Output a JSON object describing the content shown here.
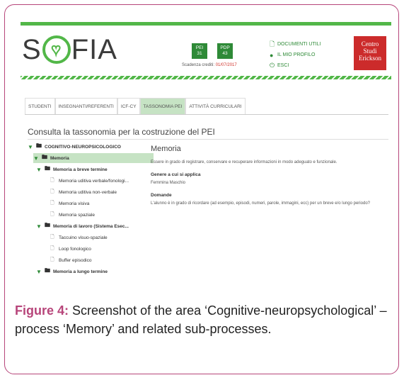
{
  "header": {
    "logo_left": "S",
    "logo_right": "FIA",
    "badges": [
      {
        "label": "PEI",
        "count": "31"
      },
      {
        "label": "PDP",
        "count": "43"
      }
    ],
    "deadline_label": "Scadenza crediti:",
    "deadline_date": "01/07/2017",
    "links": [
      {
        "label": "DOCUMENTI UTILI",
        "icon": "document-icon"
      },
      {
        "label": "IL MIO PROFILO",
        "icon": "user-icon"
      },
      {
        "label": "ESCI",
        "icon": "power-icon"
      }
    ],
    "publisher_logo": {
      "line1": "Centro",
      "line2": "Studi",
      "line3": "Erickson"
    }
  },
  "tabs": [
    {
      "label": "STUDENTI",
      "active": false
    },
    {
      "label": "INSEGNANTI/REFERENTI",
      "active": false
    },
    {
      "label": "ICF-CY",
      "active": false
    },
    {
      "label": "TASSONOMIA PEI",
      "active": true
    },
    {
      "label": "ATTIVITÀ CURRICULARI",
      "active": false
    }
  ],
  "page_title": "Consulta la tassonomia per la costruzione del PEI",
  "tree": [
    {
      "label": "COGNITIVO-NEUROPSICOLOGICO",
      "kind": "folder",
      "level": 0,
      "bold": true,
      "selected": false
    },
    {
      "label": "Memoria",
      "kind": "folder",
      "level": 1,
      "bold": true,
      "selected": true
    },
    {
      "label": "Memoria a breve termine",
      "kind": "folder",
      "level": 2,
      "bold": true,
      "selected": false
    },
    {
      "label": "Memoria uditiva verbale/fonologi...",
      "kind": "doc",
      "level": 3,
      "bold": false,
      "selected": false
    },
    {
      "label": "Memoria uditiva non-verbale",
      "kind": "doc",
      "level": 3,
      "bold": false,
      "selected": false
    },
    {
      "label": "Memoria visiva",
      "kind": "doc",
      "level": 3,
      "bold": false,
      "selected": false
    },
    {
      "label": "Memoria spaziale",
      "kind": "doc",
      "level": 3,
      "bold": false,
      "selected": false
    },
    {
      "label": "Memoria di lavoro (Sistema Esec...",
      "kind": "folder",
      "level": 2,
      "bold": true,
      "selected": false
    },
    {
      "label": "Taccuino visuo-spaziale",
      "kind": "doc",
      "level": 3,
      "bold": false,
      "selected": false
    },
    {
      "label": "Loop fonologico",
      "kind": "doc",
      "level": 3,
      "bold": false,
      "selected": false
    },
    {
      "label": "Buffer episodico",
      "kind": "doc",
      "level": 3,
      "bold": false,
      "selected": false
    },
    {
      "label": "Memoria a lungo termine",
      "kind": "folder",
      "level": 2,
      "bold": true,
      "selected": false
    }
  ],
  "detail": {
    "title": "Memoria",
    "description": "Essere in grado di registrare, conservare e recuperare informazioni in modo adeguato e funzionale.",
    "gender_label": "Genere a cui si applica",
    "gender_value": "Femmina Maschio",
    "question_label": "Domande",
    "question_value": "L'alunno è in grado di ricordare (ad esempio, episodi, numeri, parole, immagini, ecc) per un breve e/o lungo periodo?"
  },
  "caption": {
    "figure": "Figure 4:",
    "text": " Screenshot of the area ‘Cognitive-neuropsychological’ – process ‘Memory’ and related sub-processes."
  },
  "colors": {
    "accent": "#52b748",
    "dark_green": "#2e8a37",
    "frame": "#b7457a",
    "publisher_red": "#cc2b2b"
  }
}
